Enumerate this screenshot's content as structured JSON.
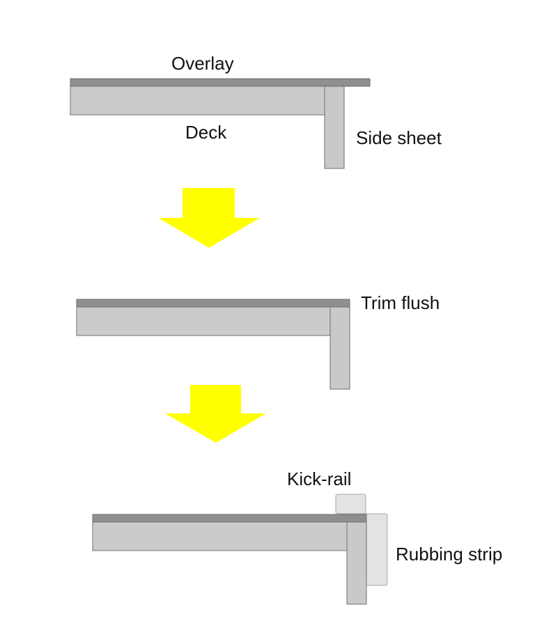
{
  "colors": {
    "overlay": "#8f8f8f",
    "deck": "#cbcbcb",
    "side_sheet": "#c9c9c9",
    "kick_rail": "#e3e3e3",
    "rubbing_strip": "#e3e3e3",
    "arrow": "#ffff00",
    "outline": "#6f6f6f"
  },
  "stages": [
    {
      "labels": {
        "overlay": "Overlay",
        "deck": "Deck",
        "side_sheet": "Side sheet"
      }
    },
    {
      "labels": {
        "trim": "Trim flush"
      }
    },
    {
      "labels": {
        "kick_rail": "Kick-rail",
        "rubbing_strip": "Rubbing strip"
      }
    }
  ]
}
